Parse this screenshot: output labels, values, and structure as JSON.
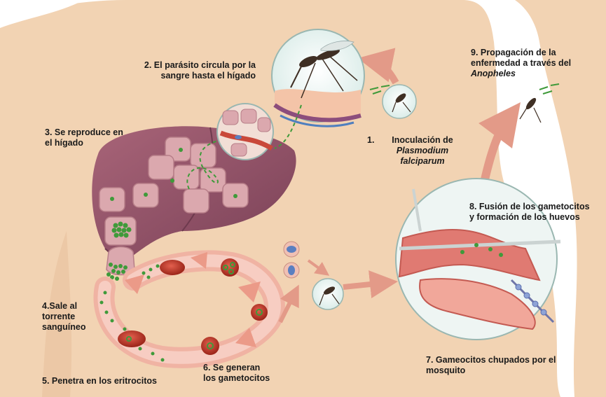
{
  "labels": {
    "step1_num": "1.",
    "step1_line1": "Inoculación de",
    "step1_line2": "Plasmodium",
    "step1_line3": "falciparum",
    "step2_line1": "2. El parásito circula por la",
    "step2_line2": "sangre hasta el hígado",
    "step3_line1": "3. Se reproduce en",
    "step3_line2": "el hígado",
    "step4_line1": "4.Sale al",
    "step4_line2": "torrente",
    "step4_line3": "sanguíneo",
    "step5": "5. Penetra en los eritrocitos",
    "step6_line1": "6. Se generan",
    "step6_line2": "los gametocitos",
    "step7_line1": "7. Gameocitos chupados por el",
    "step7_line2": "mosquito",
    "step8_line1": "8. Fusión de los gametocitos",
    "step8_line2": "y formación de los huevos",
    "step9_line1": "9. Propagación de la",
    "step9_line2": "enfermedad a través del",
    "step9_line3": "Anopheles"
  },
  "colors": {
    "skin": "#f2d3b3",
    "skin_shadow": "#e8c29c",
    "liver": "#93566b",
    "liver_dark": "#6e3a4e",
    "liver_cell": "#d9a7ad",
    "parasite_green": "#3f9a3a",
    "arrow_pink": "#e7a08e",
    "blood_red": "#b83225",
    "cycle_ring": "#f4c3b5",
    "lens_bg": "#eef5f3"
  }
}
